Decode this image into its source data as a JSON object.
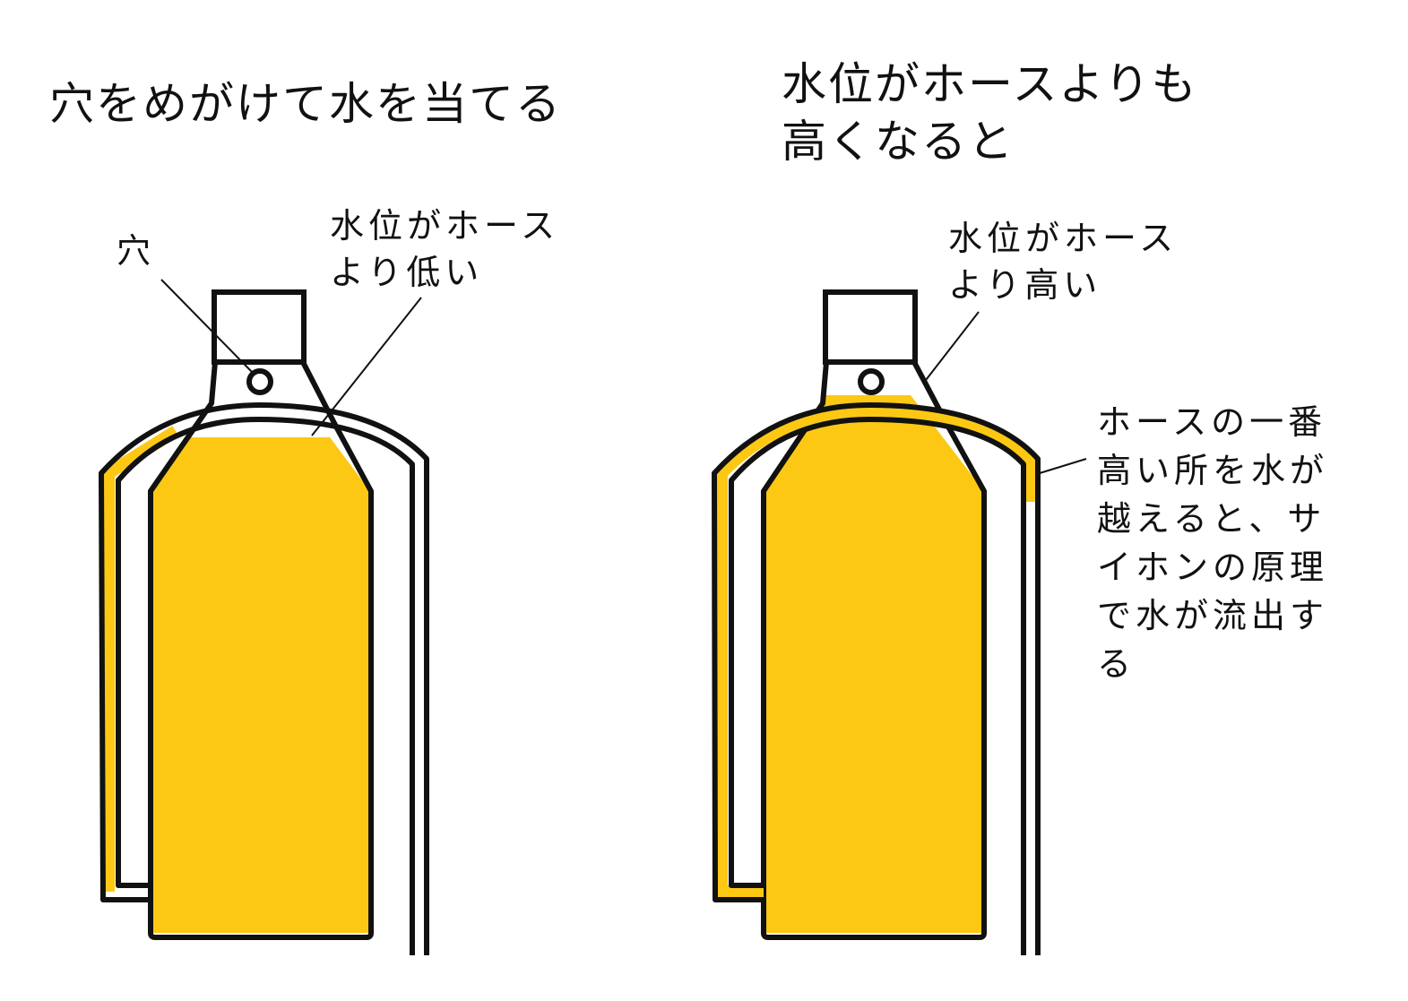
{
  "colors": {
    "water": "#FCC814",
    "outline": "#111111",
    "background": "#FFFFFF"
  },
  "left_panel": {
    "title": "穴をめがけて水を当てる",
    "hole_label": "穴",
    "water_label_lines": [
      "水位がホース",
      "より低い"
    ]
  },
  "right_panel": {
    "title_lines": [
      "水位がホースよりも",
      "高くなると"
    ],
    "water_label_lines": [
      "水位がホース",
      "より高い"
    ],
    "siphon_note_lines": [
      "ホースの一番",
      "高い所を水が",
      "越えると、サ",
      "イホンの原理",
      "で水が流出す",
      "る"
    ]
  }
}
